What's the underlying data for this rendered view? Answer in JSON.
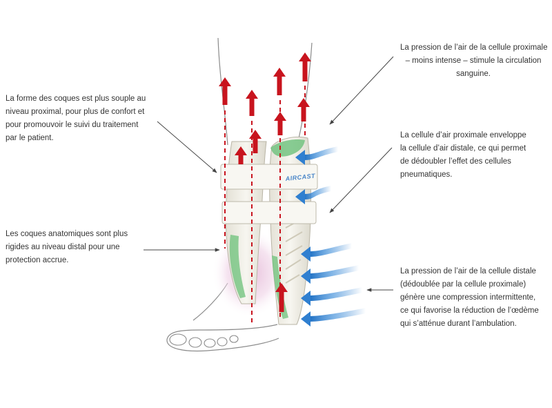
{
  "callouts": {
    "shell_soft": [
      "La forme des coques est plus souple au",
      "niveau proximal, pour plus de confort et",
      "pour promouvoir le suivi du traitement",
      "par le patient."
    ],
    "shell_rigid": [
      "Les coques anatomiques sont plus",
      "rigides au niveau distal pour une",
      "protection accrue."
    ],
    "proximal_pressure": [
      "La pression de l’air de la cellule proximale",
      "– moins intense –  stimule la circulation",
      "sanguine."
    ],
    "envelope": [
      "La cellule d’air proximale enveloppe",
      "la cellule d’air distale, ce qui permet",
      "de dédoubler l’effet des cellules",
      "pneumatiques."
    ],
    "distal_pressure": [
      "La pression de l’air de la cellule distale",
      "(dédoublée par la cellule proximale)",
      "génère une compression intermittente,",
      "ce qui favorise la réduction de l’œdème",
      "qui s’atténue durant l’ambulation."
    ]
  },
  "brace": {
    "brand": "AIRCAST"
  },
  "colors": {
    "flow_arrow": "#c8141e",
    "air_arrow": "#2f7fd0",
    "shell": "#f3f1ea",
    "air_cell": "#6cc17a",
    "leader_line": "#444444",
    "text": "#333333"
  },
  "icons": {
    "flow": "red-upward-arrow-icon",
    "pressure": "blue-pressure-arrow-icon"
  }
}
